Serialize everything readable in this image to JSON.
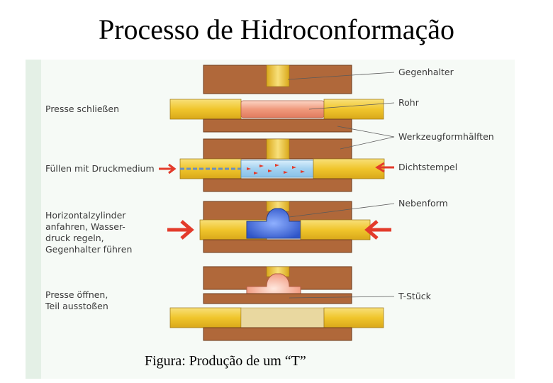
{
  "title": "Processo de Hidroconformação",
  "steps": [
    "Presse schließen",
    "Füllen mit Druckmedium",
    "Horizontalzylinder\nanfahren, Wasser-\ndruck regeln,\nGegenhalter führen",
    "Presse öffnen,\nTeil ausstoßen"
  ],
  "callouts": [
    "Gegenhalter",
    "Rohr",
    "Werkzeugformhälften",
    "Dichtstempel",
    "Nebenform",
    "T-Stück"
  ],
  "caption": "Figura: Produção de um “T”",
  "colors": {
    "die": "#b0683a",
    "punch": "#f2cc3c",
    "tube": "#f0a184",
    "water": "#a9d4ee",
    "formed": "#3f63d3",
    "arrow": "#e33b2b",
    "panel_bg": "#f6faf6"
  }
}
